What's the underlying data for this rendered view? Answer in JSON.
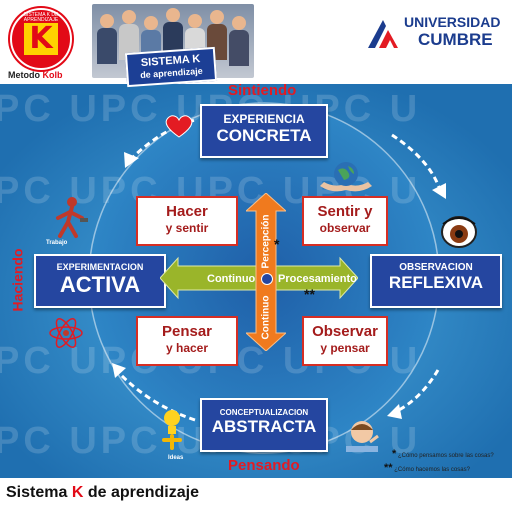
{
  "header": {
    "k_logo": {
      "letter": "K",
      "tiny_text": "SISTEMA K DE APRENDIZAJE"
    },
    "metodo_prefix": "Metodo",
    "metodo_name": "Kolb",
    "card_line1": "SISTEMA K",
    "card_line2": "de aprendizaje",
    "university_line1": "UNIVERSIDAD",
    "university_line2": "CUMBRE"
  },
  "watermark": "PC UPC UPC UPC U",
  "axis_labels": {
    "top": "Sintiendo",
    "bottom": "Pensando",
    "left": "Haciendo"
  },
  "modes": {
    "top": {
      "line1": "EXPERIENCIA",
      "line2": "CONCRETA"
    },
    "bottom": {
      "line1": "CONCEPTUALIZACION",
      "line2": "ABSTRACTA"
    },
    "left": {
      "line1": "EXPERIMENTACION",
      "line2": "ACTIVA"
    },
    "right": {
      "line1": "OBSERVACION",
      "line2": "REFLEXIVA"
    }
  },
  "quadrants": {
    "top_left": {
      "line1": "Hacer",
      "line2": "y sentir"
    },
    "top_right": {
      "line1": "Sentir y",
      "line2": "observar"
    },
    "bottom_left": {
      "line1": "Pensar",
      "line2": "y hacer"
    },
    "bottom_right": {
      "line1": "Observar",
      "line2": "y pensar"
    }
  },
  "axes": {
    "horizontal_left": "Continuo",
    "horizontal_right": "Procesamiento",
    "vertical_top": "Percepción",
    "vertical_bottom": "Continuo",
    "perception_marker": "*",
    "processing_marker": "**"
  },
  "icon_labels": {
    "trabajo": "Trabajo",
    "ideas": "Ideas"
  },
  "legend": [
    {
      "marker": "*",
      "text": "¿Cómo pensamos sobre las cosas?"
    },
    {
      "marker": "**",
      "text": "¿Cómo hacemos las cosas?"
    }
  ],
  "footer": {
    "prefix": "Sistema",
    "letter": "K",
    "suffix": "de aprendizaje"
  },
  "colors": {
    "background": "#2f8bc9",
    "mode_box": "#2546a0",
    "accent_red": "#e31b23",
    "green_axis": "#9ab52a",
    "orange_axis": "#f07a1e"
  }
}
